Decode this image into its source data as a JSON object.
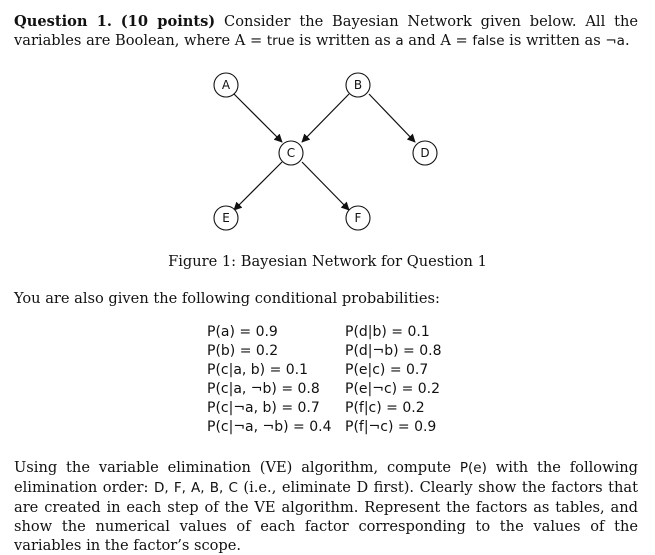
{
  "question": {
    "label": "Question 1.",
    "points": "(10 points)",
    "intro_1": " Consider the Bayesian Network given below. All the variables are Boolean, where A = ",
    "true_word": "true",
    "intro_2": " is written as ",
    "a_sym": "a",
    "intro_3": " and A = ",
    "false_word": "false",
    "intro_4": " is written as ",
    "not_a_sym": "¬a",
    "intro_5": "."
  },
  "network": {
    "nodes": [
      "A",
      "B",
      "C",
      "D",
      "E",
      "F"
    ],
    "edges": [
      [
        "A",
        "C"
      ],
      [
        "B",
        "C"
      ],
      [
        "B",
        "D"
      ],
      [
        "C",
        "E"
      ],
      [
        "C",
        "F"
      ]
    ]
  },
  "figure_caption": "Figure 1: Bayesian Network for Question 1",
  "given_text": "You are also given the following conditional probabilities:",
  "probabilities_left": [
    "P(a) = 0.9",
    "P(b) = 0.2",
    "P(c|a, b) = 0.1",
    "P(c|a, ¬b) = 0.8",
    "P(c|¬a, b) = 0.7",
    "P(c|¬a, ¬b) = 0.4"
  ],
  "probabilities_right": [
    "P(d|b) = 0.1",
    "P(d|¬b) = 0.8",
    "P(e|c) = 0.7",
    "P(e|¬c) = 0.2",
    "P(f|c) = 0.2",
    "P(f|¬c) = 0.9"
  ],
  "ve": {
    "part1": "Using the variable elimination (VE) algorithm, compute ",
    "pe": "P(e)",
    "part2": " with the following elimination order: ",
    "order": "D, F, A, B, C",
    "part3": " (i.e., eliminate D first). Clearly show the factors that are created in each step of the VE algorithm. Represent the factors as tables, and show the numerical values of each factor corresponding to the values of the variables in the factor’s scope."
  }
}
